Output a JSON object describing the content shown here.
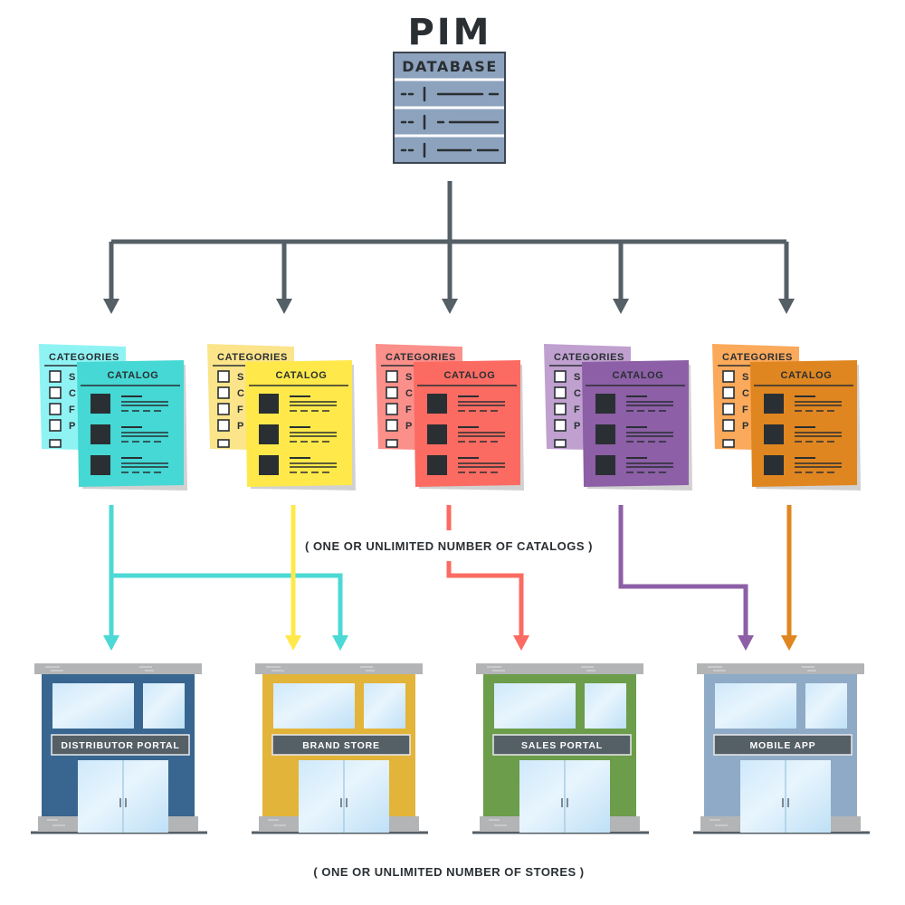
{
  "header": {
    "title": "PIM",
    "database_label": "DATABASE"
  },
  "captions": {
    "catalogs": "( ONE OR UNLIMITED NUMBER OF CATALOGS )",
    "stores": "( ONE OR UNLIMITED NUMBER OF STORES )"
  },
  "catalog_cards": [
    {
      "categories_label": "CATEGORIES",
      "catalog_label": "CATALOG",
      "letters": [
        "S",
        "C",
        "F",
        "P"
      ],
      "back_color": "#8ff3f3",
      "front_color": "#45d8d4"
    },
    {
      "categories_label": "CATEGORIES",
      "catalog_label": "CATALOG",
      "letters": [
        "S",
        "C",
        "F",
        "P"
      ],
      "back_color": "#fbe489",
      "front_color": "#ffe94a"
    },
    {
      "categories_label": "CATEGORIES",
      "catalog_label": "CATALOG",
      "letters": [
        "S",
        "C",
        "F",
        "P"
      ],
      "back_color": "#fb8f8a",
      "front_color": "#fb6b62"
    },
    {
      "categories_label": "CATEGORIES",
      "catalog_label": "CATALOG",
      "letters": [
        "S",
        "C",
        "F",
        "P"
      ],
      "back_color": "#bfa0cf",
      "front_color": "#8c5fa6"
    },
    {
      "categories_label": "CATEGORIES",
      "catalog_label": "CATALOG",
      "letters": [
        "S",
        "C",
        "F",
        "P"
      ],
      "back_color": "#fba95a",
      "front_color": "#e08620"
    }
  ],
  "stores": [
    {
      "label": "DISTRIBUTOR PORTAL",
      "color": "#386690"
    },
    {
      "label": "BRAND STORE",
      "color": "#e3b43a"
    },
    {
      "label": "SALES PORTAL",
      "color": "#6b9d4a"
    },
    {
      "label": "MOBILE APP",
      "color": "#8faac6"
    }
  ],
  "colors": {
    "connector": "#555f66",
    "database_fill": "#8da2bd",
    "database_stroke": "#3b4651"
  }
}
